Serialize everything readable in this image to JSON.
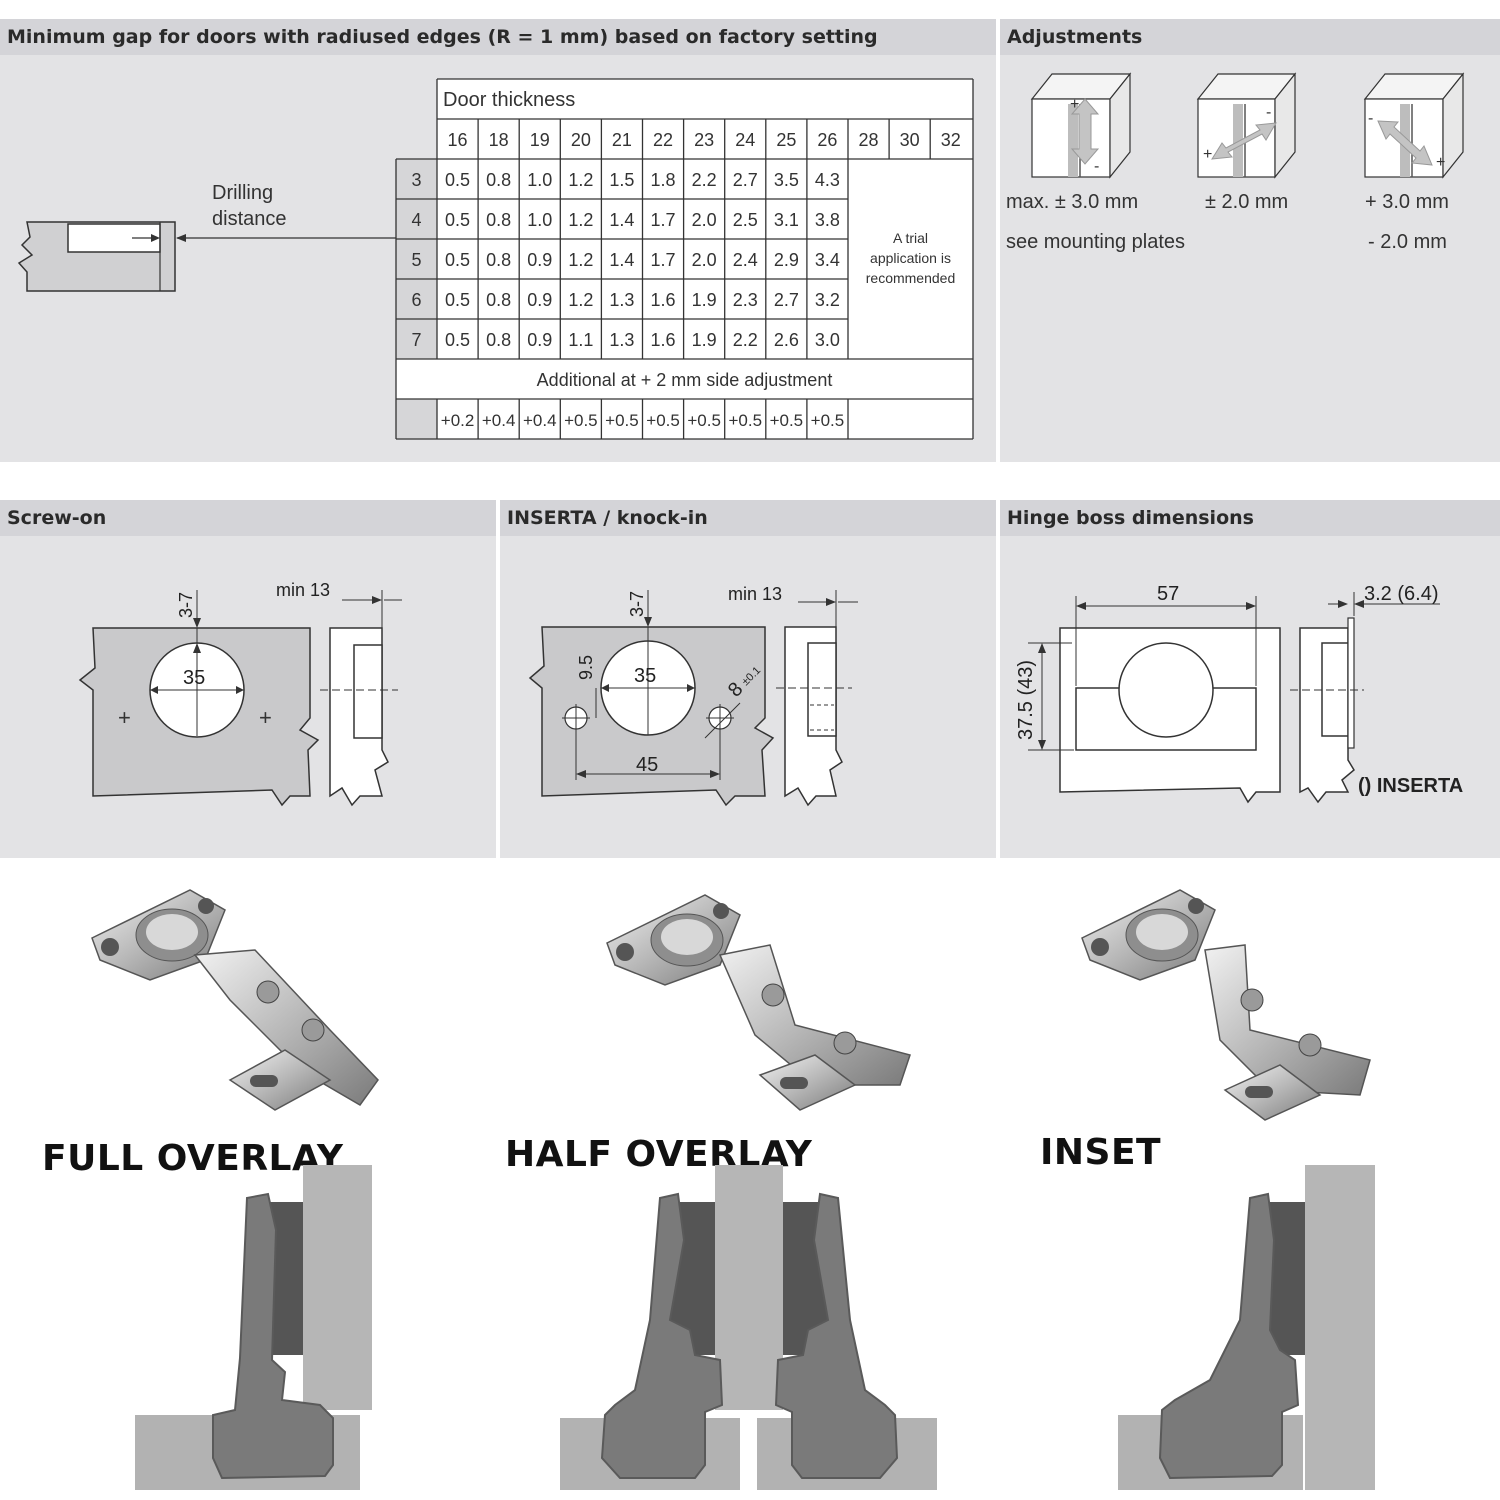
{
  "gap_panel": {
    "title": "Minimum gap for doors with radiused edges (R = 1 mm) based on factory setting",
    "drilling_label_1": "Drilling",
    "drilling_label_2": "distance",
    "table": {
      "header_label": "Door thickness",
      "columns": [
        "16",
        "18",
        "19",
        "20",
        "21",
        "22",
        "23",
        "24",
        "25",
        "26",
        "28",
        "30",
        "32"
      ],
      "rows": [
        {
          "distance": "3",
          "values": [
            "0.5",
            "0.8",
            "1.0",
            "1.2",
            "1.5",
            "1.8",
            "2.2",
            "2.7",
            "3.5",
            "4.3"
          ]
        },
        {
          "distance": "4",
          "values": [
            "0.5",
            "0.8",
            "1.0",
            "1.2",
            "1.4",
            "1.7",
            "2.0",
            "2.5",
            "3.1",
            "3.8"
          ]
        },
        {
          "distance": "5",
          "values": [
            "0.5",
            "0.8",
            "0.9",
            "1.2",
            "1.4",
            "1.7",
            "2.0",
            "2.4",
            "2.9",
            "3.4"
          ]
        },
        {
          "distance": "6",
          "values": [
            "0.5",
            "0.8",
            "0.9",
            "1.2",
            "1.3",
            "1.6",
            "1.9",
            "2.3",
            "2.7",
            "3.2"
          ]
        },
        {
          "distance": "7",
          "values": [
            "0.5",
            "0.8",
            "0.9",
            "1.1",
            "1.3",
            "1.6",
            "1.9",
            "2.2",
            "2.6",
            "3.0"
          ]
        }
      ],
      "trial_note_1": "A trial",
      "trial_note_2": "application is",
      "trial_note_3": "recommended",
      "additional_label": "Additional at + 2 mm side adjustment",
      "additional_values": [
        "+0.2",
        "+0.4",
        "+0.4",
        "+0.5",
        "+0.5",
        "+0.5",
        "+0.5",
        "+0.5",
        "+0.5",
        "+0.5"
      ]
    }
  },
  "adjustments_panel": {
    "title": "Adjustments",
    "values": [
      "max. ± 3.0 mm",
      "± 2.0 mm",
      "+ 3.0 mm"
    ],
    "line2": [
      "see mounting plates",
      "- 2.0 mm"
    ],
    "signs": [
      "+",
      "-",
      "+",
      "-",
      "-",
      "+"
    ]
  },
  "screw_on_panel": {
    "title": "Screw-on",
    "dim_depth": "3-7",
    "dim_min": "min 13",
    "dim_cup": "35"
  },
  "inserta_panel": {
    "title": "INSERTA / knock-in",
    "dim_depth": "3-7",
    "dim_min": "min 13",
    "dim_cup": "35",
    "dim_offset": "9.5",
    "dim_dowel": "8",
    "dim_tol": "±0.1",
    "dim_spacing": "45"
  },
  "boss_panel": {
    "title": "Hinge boss dimensions",
    "dim_width": "57",
    "dim_height": "37.5 (43)",
    "dim_thick": "3.2 (6.4)",
    "note": "() INSERTA"
  },
  "types": {
    "full": "FULL OVERLAY",
    "half": "HALF OVERLAY",
    "inset": "INSET"
  },
  "colors": {
    "panel_bg": "#e3e3e5",
    "panel_header": "#d4d4d8",
    "cabinet": "#b2b2b2",
    "door": "#b6b6b6",
    "hinge": "#7a7a7a",
    "dark_block": "#555555"
  }
}
